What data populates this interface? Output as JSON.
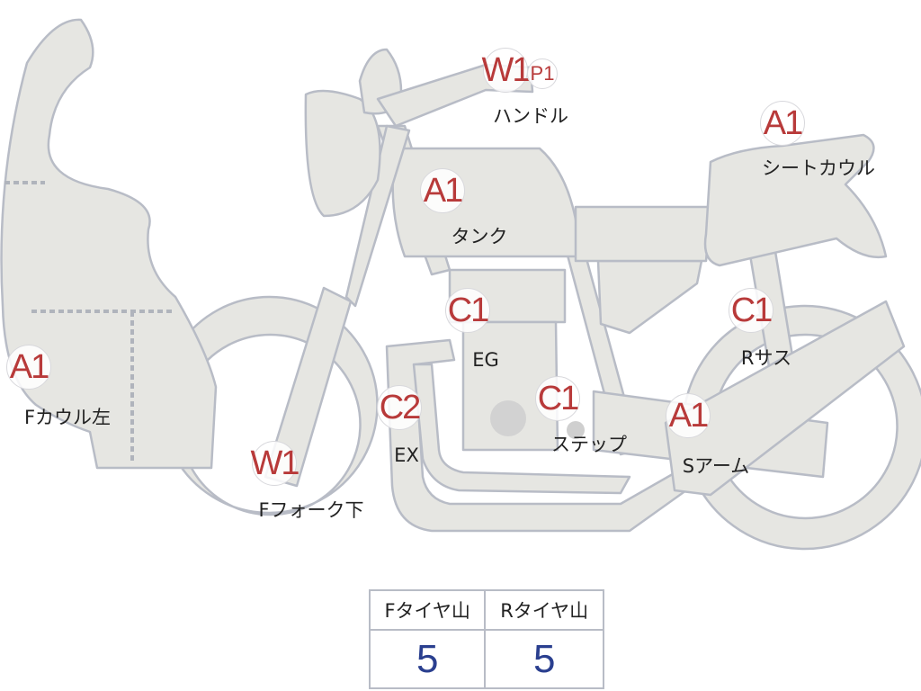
{
  "labels": [
    {
      "id": "handle",
      "codes": [
        "W1",
        "P1"
      ],
      "name": "ハンドル"
    },
    {
      "id": "seat-cowl",
      "codes": [
        "A1"
      ],
      "name": "シートカウル"
    },
    {
      "id": "tank",
      "codes": [
        "A1"
      ],
      "name": "タンク"
    },
    {
      "id": "engine",
      "codes": [
        "C1"
      ],
      "name": "EG"
    },
    {
      "id": "rear-suspension",
      "codes": [
        "C1"
      ],
      "name": "Rサス"
    },
    {
      "id": "front-cowl-left",
      "codes": [
        "A1"
      ],
      "name": "Fカウル左"
    },
    {
      "id": "exhaust",
      "codes": [
        "C2"
      ],
      "name": "EX"
    },
    {
      "id": "step",
      "codes": [
        "C1"
      ],
      "name": "ステップ"
    },
    {
      "id": "swing-arm",
      "codes": [
        "A1"
      ],
      "name": "Sアーム"
    },
    {
      "id": "front-fork-lower",
      "codes": [
        "W1"
      ],
      "name": "Fフォーク下"
    }
  ],
  "tire_table": {
    "headers": [
      "Fタイヤ山",
      "Rタイヤ山"
    ],
    "values": [
      "5",
      "5"
    ]
  },
  "colors": {
    "code": "#b83a3a",
    "value": "#2a3f8f",
    "body": "#e6e6e2",
    "outline": "#b8bcc6"
  }
}
